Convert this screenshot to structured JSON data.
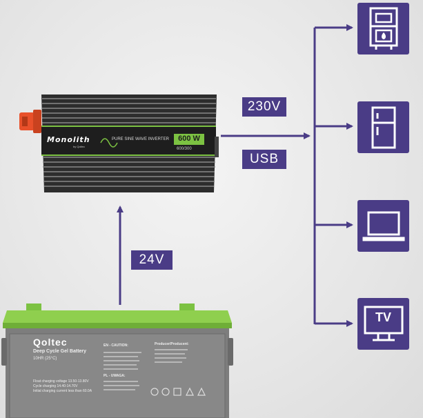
{
  "inverter": {
    "brand": "Monolith",
    "maker": "by Qoltec",
    "wave_text": "PURE SINE WAVE INVERTER",
    "power": "600 W",
    "sub": "600/300"
  },
  "labels": {
    "ac": "230V",
    "usb": "USB",
    "dc": "24V"
  },
  "battery": {
    "brand": "Qoltec",
    "type": "Deep Cycle Gel Battery",
    "rate": "10HR (25°C)",
    "caution_title": "EN - CAUTION:",
    "pl_title": "PL - UWAGA:",
    "producer_title": "Producer/Producent:",
    "spec1": "Float charging voltage 13.50-13.80V",
    "spec2": "Cycle charging 14.40-14.70V",
    "spec3": "Initial charging current less than 60.0A"
  },
  "devices": [
    {
      "name": "boiler",
      "text": ""
    },
    {
      "name": "fridge",
      "text": ""
    },
    {
      "name": "laptop",
      "text": ""
    },
    {
      "name": "tv",
      "text": "TV"
    }
  ],
  "colors": {
    "accent": "#4a3c86",
    "green": "#7cc242",
    "plug": "#e8502a"
  }
}
